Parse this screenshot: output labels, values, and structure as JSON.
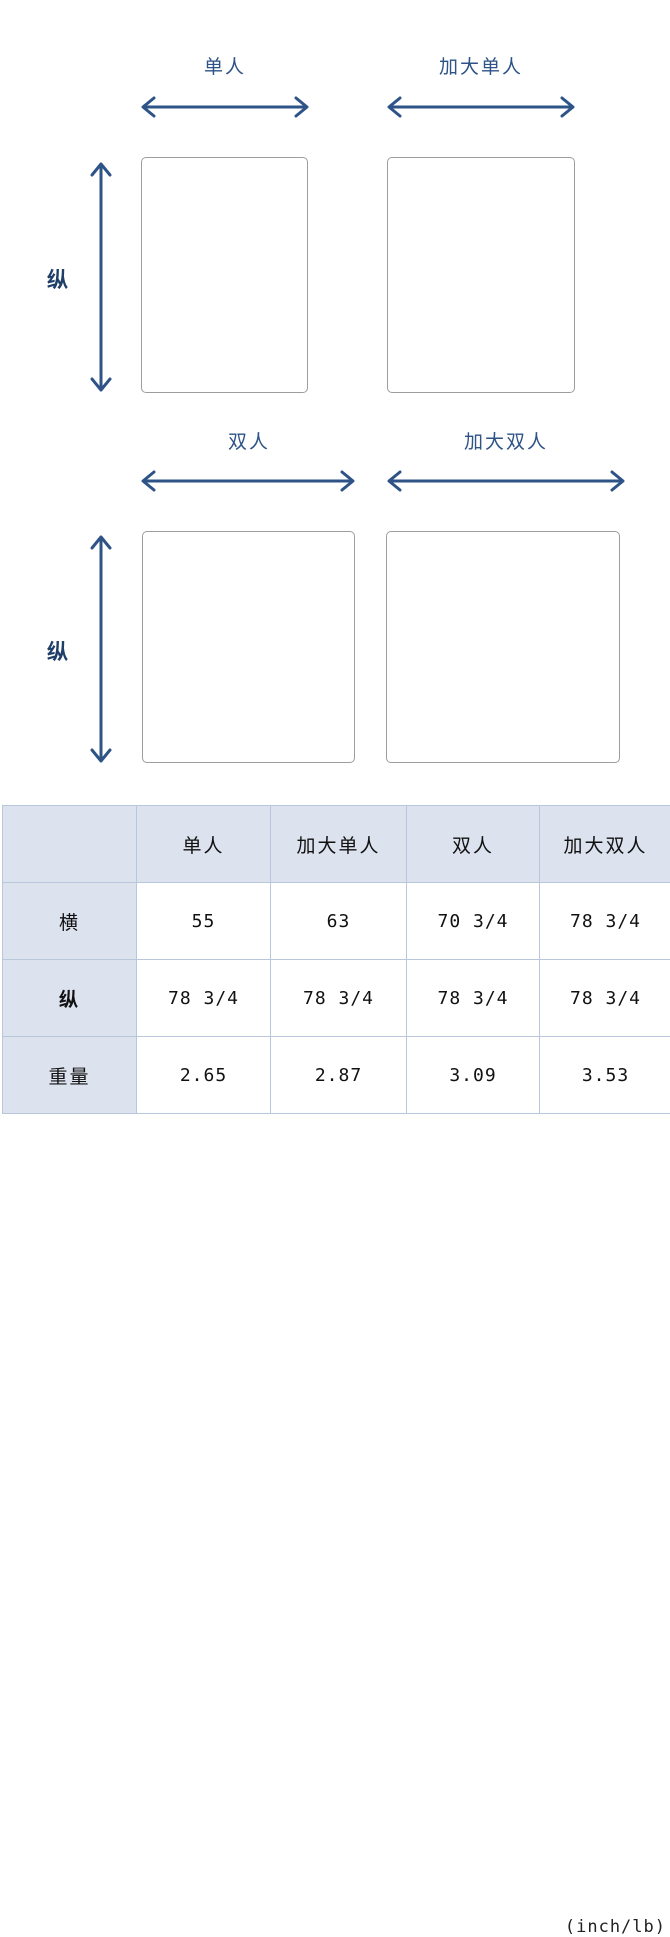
{
  "diagram": {
    "sizes": [
      {
        "key": "single",
        "label": "单人",
        "axis_label": "纵"
      },
      {
        "key": "super_single",
        "label": "加大单人",
        "axis_label": "纵"
      },
      {
        "key": "double",
        "label": "双人",
        "axis_label": "纵"
      },
      {
        "key": "queen",
        "label": "加大双人",
        "axis_label": "纵"
      }
    ],
    "vertical_axis_label_top": "纵",
    "vertical_axis_label_bottom": "纵",
    "colors": {
      "arrow": "#2e5387",
      "label_text": "#2e5387",
      "axis_label_text": "#1f3f68",
      "rect_border": "#9d9d9d",
      "table_header_bg": "#dce2ee",
      "table_border": "#b9c7dd"
    }
  },
  "table": {
    "columns": [
      "",
      "单人",
      "加大单人",
      "双人",
      "加大双人"
    ],
    "rows": [
      {
        "header": "横",
        "bold": false,
        "values": [
          "55",
          "63",
          "70  3/4",
          "78  3/4"
        ]
      },
      {
        "header": "纵",
        "bold": true,
        "values": [
          "78  3/4",
          "78  3/4",
          "78  3/4",
          "78  3/4"
        ]
      },
      {
        "header": "重量",
        "bold": false,
        "values": [
          "2.65",
          "2.87",
          "3.09",
          "3.53"
        ]
      }
    ],
    "unit_note": "(inch/lb)"
  }
}
